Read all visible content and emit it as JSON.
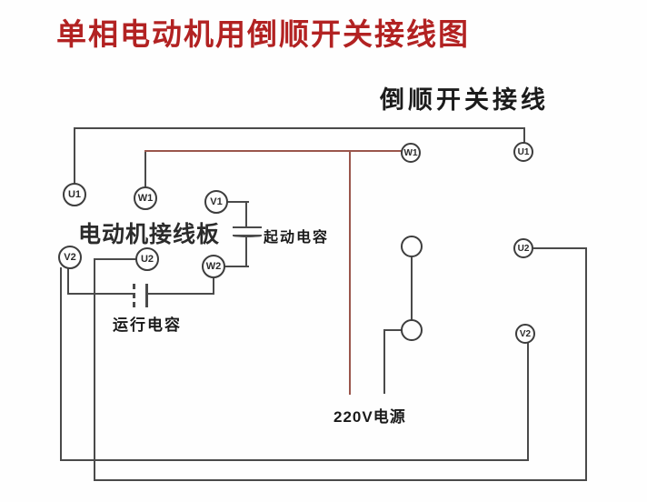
{
  "title": {
    "text": "单相电动机用倒顺开关接线图",
    "color": "#b22222"
  },
  "subtitle": {
    "text": "倒顺开关接线"
  },
  "motor_board": {
    "label": "电动机接线板",
    "terminals": [
      {
        "id": "U1"
      },
      {
        "id": "W1"
      },
      {
        "id": "V1"
      },
      {
        "id": "V2"
      },
      {
        "id": "U2"
      },
      {
        "id": "W2"
      }
    ]
  },
  "switch_panel": {
    "terminals": [
      {
        "id": "W1"
      },
      {
        "id": "U1"
      },
      {
        "id": "U2"
      },
      {
        "id": "V2"
      }
    ]
  },
  "labels": {
    "start_capacitor": "起动电容",
    "run_capacitor": "运行电容",
    "power": "220V电源"
  },
  "colors": {
    "background": "#fefefe",
    "wire": "#4a4a4a",
    "live_wire": "#9a564c",
    "title_red": "#b22222"
  }
}
